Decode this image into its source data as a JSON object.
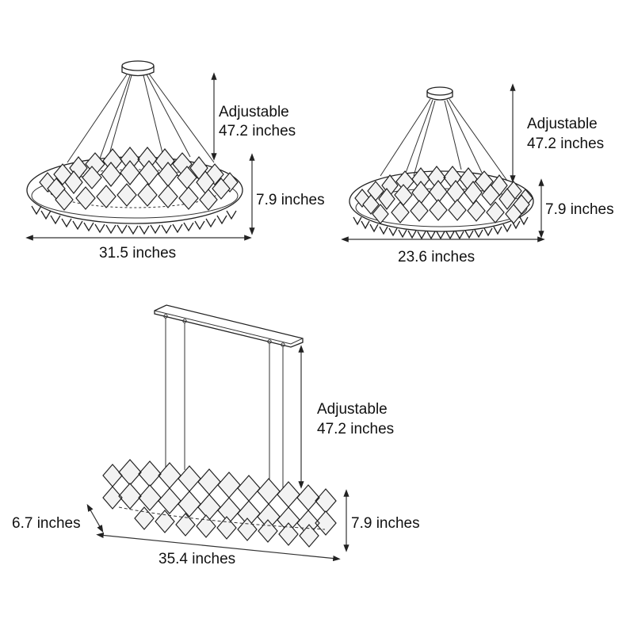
{
  "diagram": {
    "type": "product-dimension-drawing",
    "subject": "crystal chandeliers",
    "colors": {
      "line": "#222222",
      "text": "#111111",
      "background": "#ffffff"
    },
    "products": [
      {
        "id": "round-large",
        "shape": "round ring",
        "labels": {
          "adjustable_title": "Adjustable",
          "adjustable_value": "47.2 inches",
          "height": "7.9 inches",
          "diameter": "31.5 inches"
        }
      },
      {
        "id": "round-small",
        "shape": "round ring",
        "labels": {
          "adjustable_title": "Adjustable",
          "adjustable_value": "47.2 inches",
          "height": "7.9 inches",
          "diameter": "23.6 inches"
        }
      },
      {
        "id": "linear",
        "shape": "linear island",
        "labels": {
          "adjustable_title": "Adjustable",
          "adjustable_value": "47.2 inches",
          "height": "7.9 inches",
          "depth": "6.7 inches",
          "length": "35.4 inches"
        }
      }
    ]
  }
}
